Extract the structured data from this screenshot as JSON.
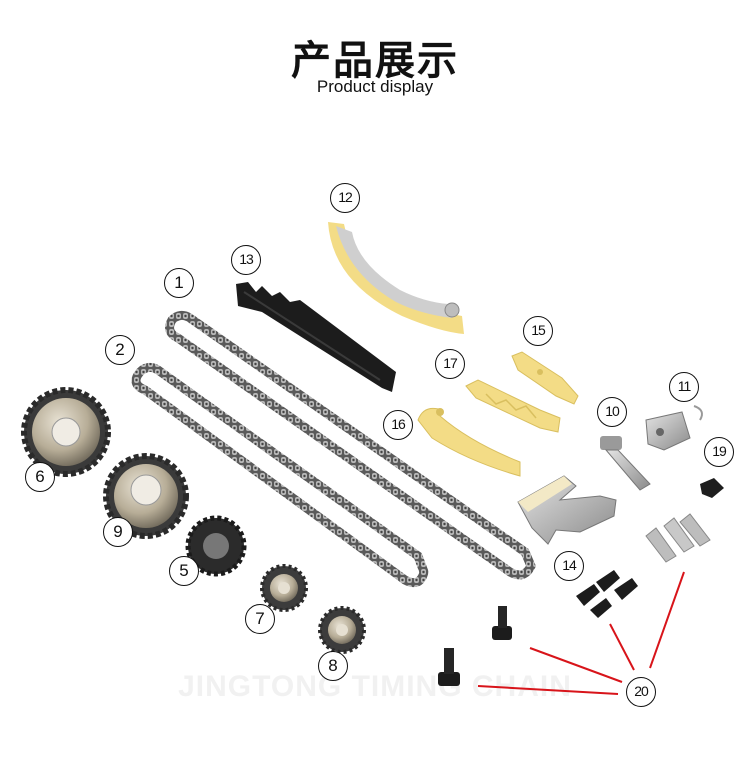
{
  "header": {
    "title_zh": "产品展示",
    "title_en": "Product display"
  },
  "watermark": "JINGTONG TIMING CHAIN",
  "callouts": [
    {
      "id": "c1",
      "text": "1"
    },
    {
      "id": "c2",
      "text": "2"
    },
    {
      "id": "c5",
      "text": "5"
    },
    {
      "id": "c6",
      "text": "6"
    },
    {
      "id": "c7",
      "text": "7"
    },
    {
      "id": "c8",
      "text": "8"
    },
    {
      "id": "c9",
      "text": "9"
    },
    {
      "id": "c10",
      "text": "10"
    },
    {
      "id": "c11",
      "text": "11"
    },
    {
      "id": "c12",
      "text": "12"
    },
    {
      "id": "c13",
      "text": "13"
    },
    {
      "id": "c14",
      "text": "14"
    },
    {
      "id": "c15",
      "text": "15"
    },
    {
      "id": "c16",
      "text": "16"
    },
    {
      "id": "c17",
      "text": "17"
    },
    {
      "id": "c19",
      "text": "19"
    },
    {
      "id": "c20",
      "text": "20"
    }
  ],
  "colors": {
    "leader_lines": "#d8141a",
    "guide_yellow": "#f3dc86",
    "guide_black": "#1c1c1c",
    "chain": "#6e6e6e",
    "metal": "#a9a9a9"
  }
}
